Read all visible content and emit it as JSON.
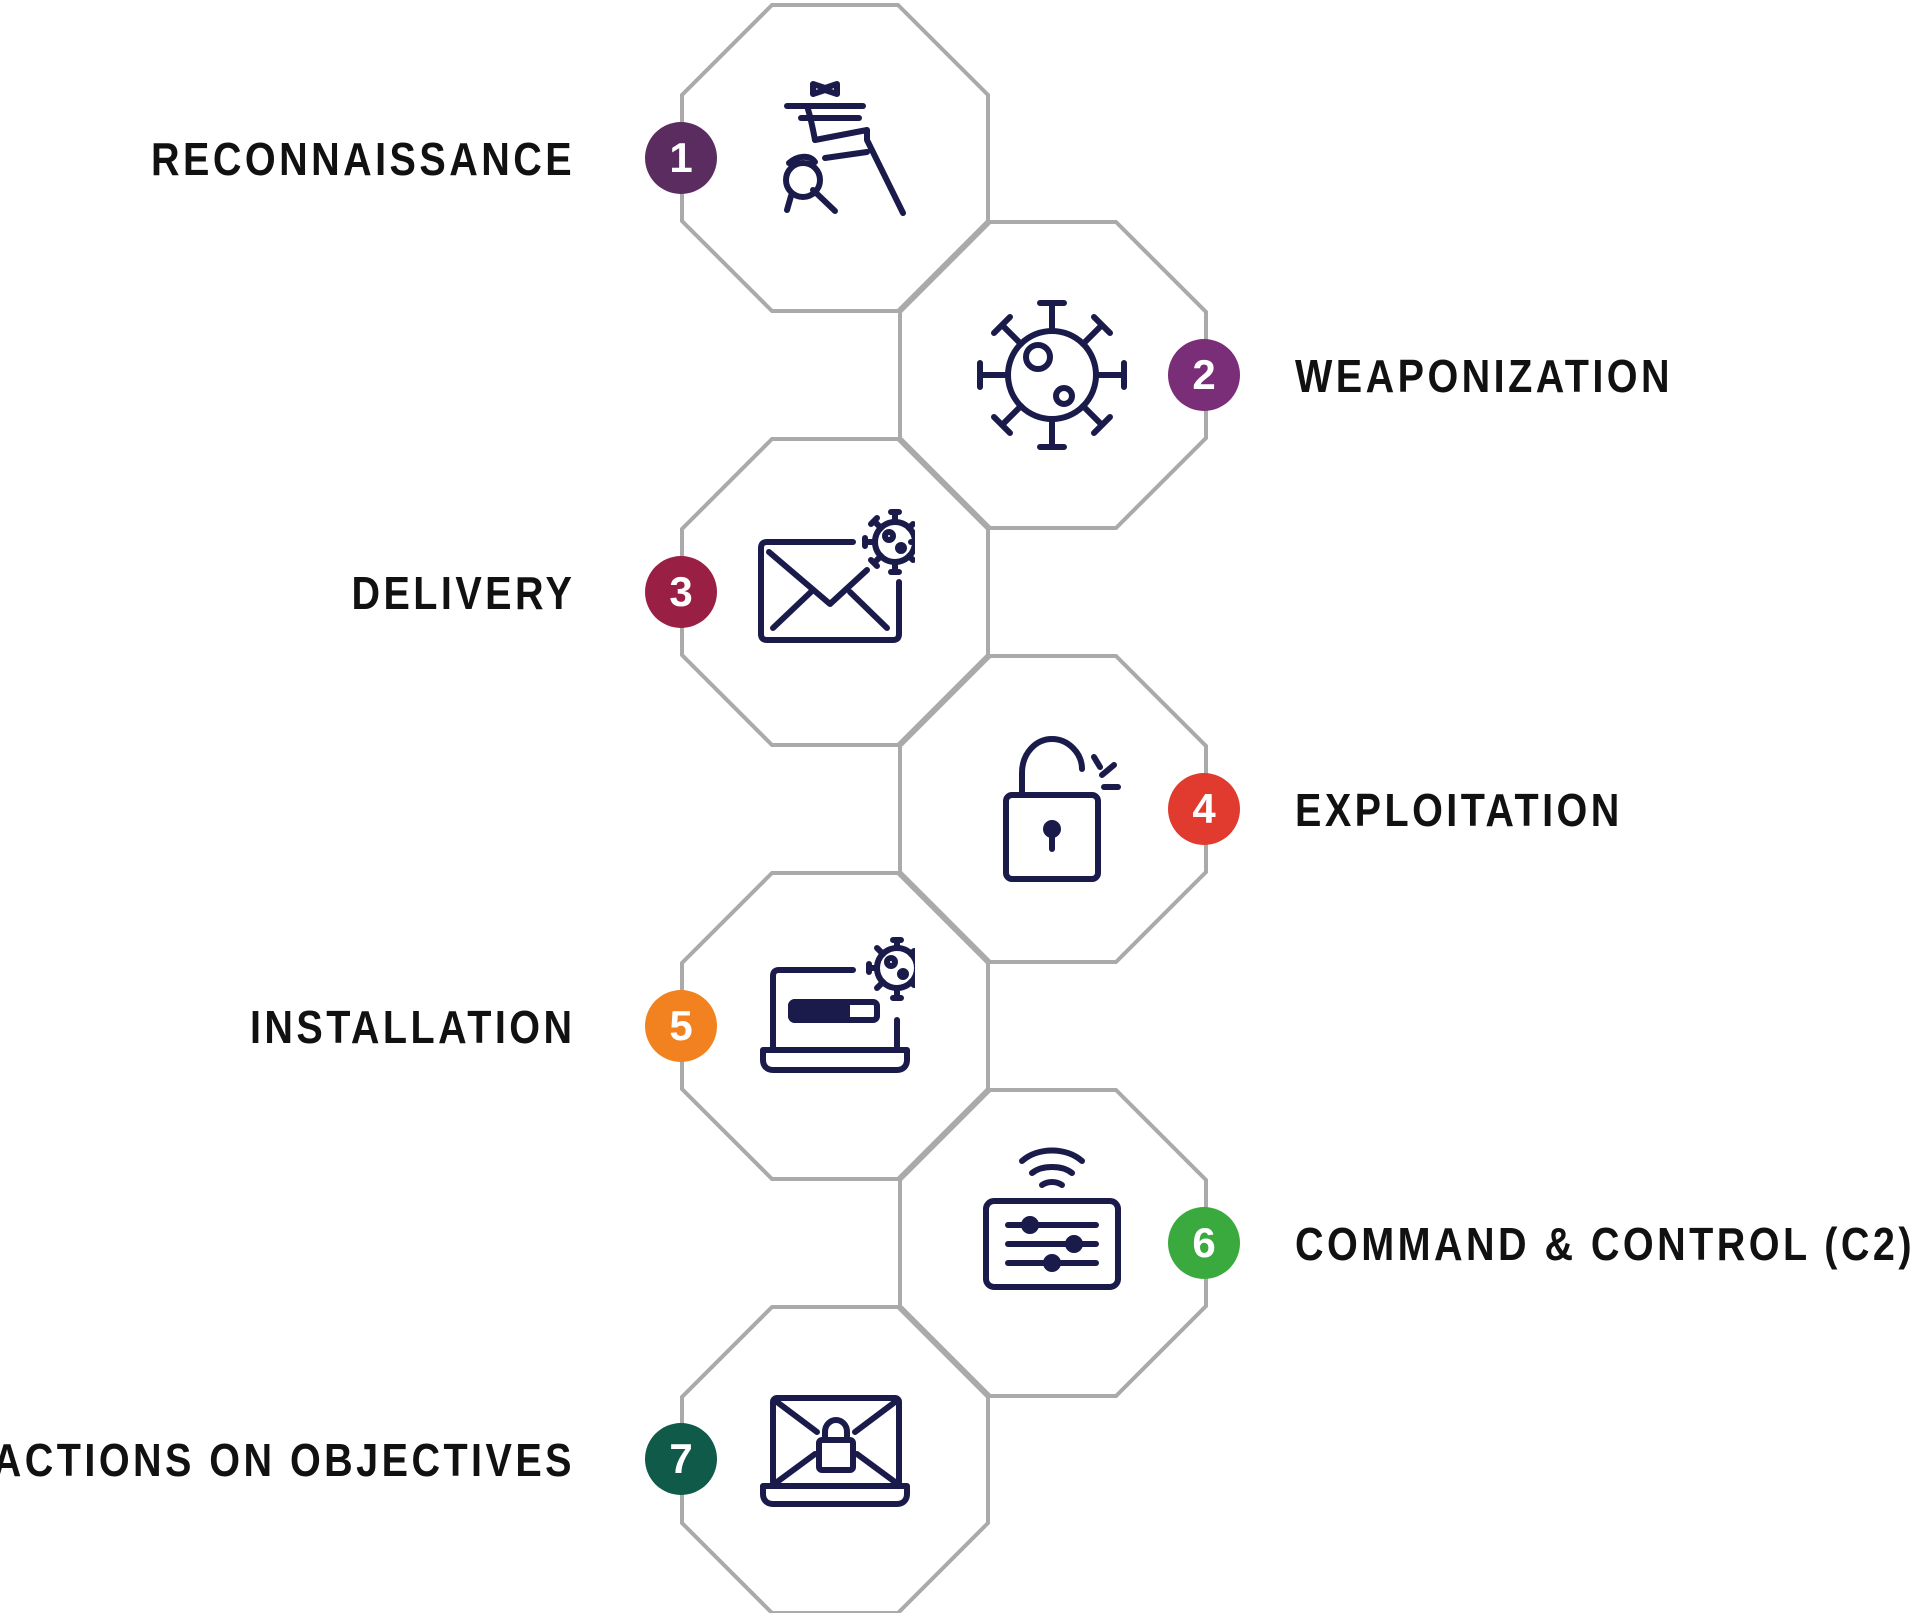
{
  "diagram": {
    "stages": [
      {
        "number": "1",
        "label": "RECONNAISSANCE",
        "icon": "spy-icon",
        "color": "#5b2c5f"
      },
      {
        "number": "2",
        "label": "WEAPONIZATION",
        "icon": "virus-icon",
        "color": "#7a2e78"
      },
      {
        "number": "3",
        "label": "DELIVERY",
        "icon": "email-virus-icon",
        "color": "#9a1f45"
      },
      {
        "number": "4",
        "label": "EXPLOITATION",
        "icon": "unlocked-padlock-icon",
        "color": "#e13a2e"
      },
      {
        "number": "5",
        "label": "INSTALLATION",
        "icon": "laptop-install-icon",
        "color": "#f28220"
      },
      {
        "number": "6",
        "label": "COMMAND & CONTROL (C2)",
        "icon": "remote-control-icon",
        "color": "#3aaa3f"
      },
      {
        "number": "7",
        "label": "ACTIONS ON OBJECTIVES",
        "icon": "laptop-lock-icon",
        "color": "#0f5a48"
      }
    ],
    "icon_color": "#1b1b4b",
    "outline_color": "#aaaaaa"
  }
}
